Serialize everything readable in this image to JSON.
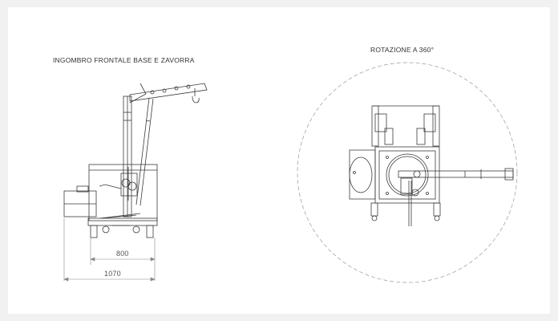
{
  "views": {
    "front": {
      "title": "INGOMBRO FRONTALE BASE E ZAVORRA",
      "dimensions": {
        "inner": "800",
        "outer": "1070"
      }
    },
    "top": {
      "title": "ROTAZIONE A 360°"
    }
  },
  "colors": {
    "page_background": "#f1f1f1",
    "sheet_background": "#ffffff",
    "line": "#3a3a3a",
    "dimension_line": "#888888",
    "rotation_circle": "#9a9a9a"
  }
}
